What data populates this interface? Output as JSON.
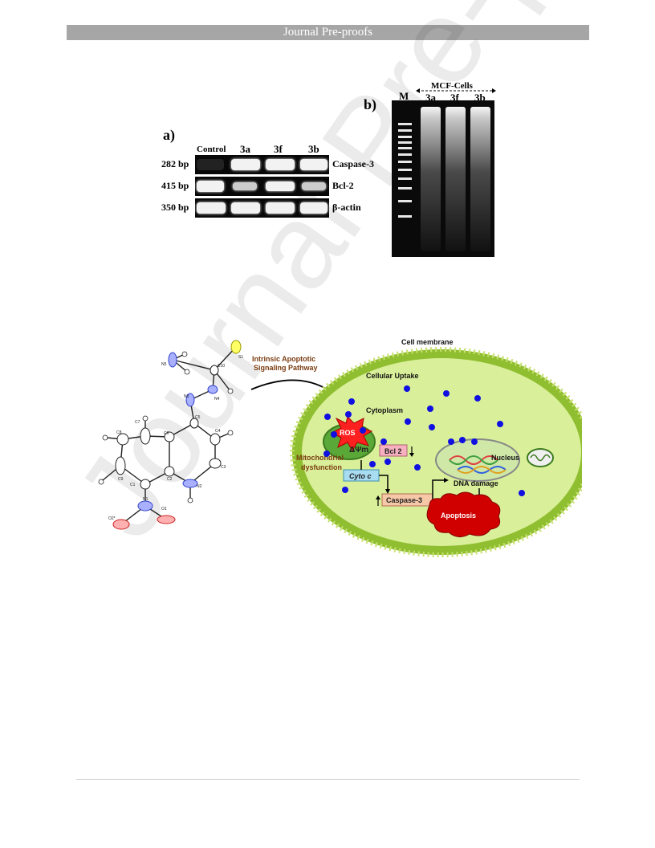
{
  "header": {
    "title": "Journal Pre-proofs"
  },
  "watermark": {
    "text": "Journal Pre-proofs"
  },
  "figure_a": {
    "panel_label": "a)",
    "lanes": [
      "Control",
      "3a",
      "3f",
      "3b"
    ],
    "rows": [
      {
        "size": "282 bp",
        "gene": "Caspase-3"
      },
      {
        "size": "415 bp",
        "gene": "Bcl-2"
      },
      {
        "size": "350 bp",
        "gene": "β-actin"
      }
    ]
  },
  "figure_b": {
    "panel_label": "b)",
    "group_label": "MCF-Cells",
    "lanes": [
      "M",
      "3a",
      "3f",
      "3b"
    ]
  },
  "diagram": {
    "pathway_title_line1": "Intrinsic Apoptotic",
    "pathway_title_line2": "Signaling Pathway",
    "cell_membrane": "Cell membrane",
    "cellular_uptake": "Cellular Uptake",
    "cytoplasm": "Cytoplasm",
    "ros": "ROS",
    "delta_psi": "ΔΨm",
    "bcl2": "Bcl 2",
    "mito_line1": "Mitochondrial",
    "mito_line2": "dysfunction",
    "cyto_c": "Cyto c",
    "caspase3": "Caspase-3",
    "nucleus": "Nucleus",
    "dna_damage": "DNA damage",
    "apoptosis": "Apoptosis",
    "atom_labels": [
      "S1",
      "N5",
      "C10",
      "N4",
      "N3",
      "C5",
      "C4",
      "C6",
      "C7",
      "C8",
      "C3",
      "C9",
      "C1",
      "C2",
      "N2",
      "N1",
      "O2*",
      "O1"
    ]
  },
  "colors": {
    "header_bg": "#a6a6a6",
    "cell_fill": "#d9ef9a",
    "membrane": "#8fbf30",
    "dot": "#1010e0",
    "pathway_text": "#7a3c10",
    "apoptosis": "#d10000"
  }
}
